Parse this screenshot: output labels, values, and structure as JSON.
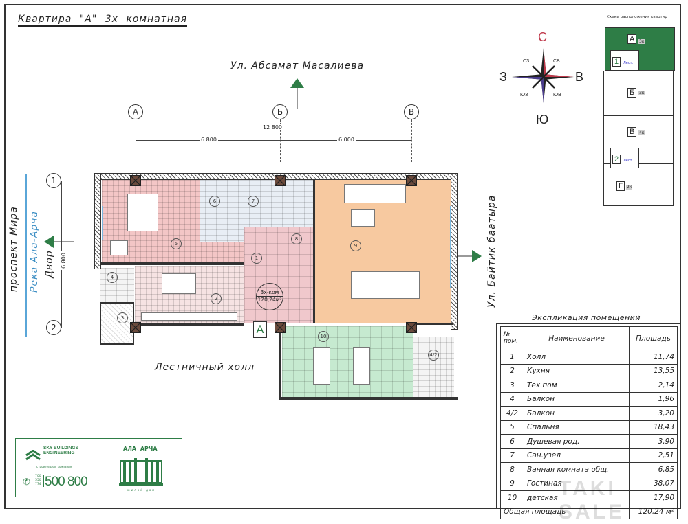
{
  "title": "Квартира  \"А\"  3х комнатная",
  "streets": {
    "top": "Ул. Абсамат Масалиева",
    "right": "Ул. Байтик баатыра",
    "left_avenue": "проспект  Мира",
    "left_river": "Река Ала-Арча",
    "left_yard": "Двор",
    "stair_hall": "Лестничный холл"
  },
  "axes": {
    "columns": [
      "А",
      "Б",
      "В"
    ],
    "rows": [
      "1",
      "2"
    ]
  },
  "dimensions": {
    "total": "12 800",
    "left_span": "6 800",
    "right_span": "6 000",
    "vertical": "6 800"
  },
  "plan": {
    "apartment_label": "3х-ком",
    "apartment_area": "120,24м²",
    "entrance_label": "А",
    "room_markers": [
      "1",
      "2",
      "3",
      "4",
      "4/2",
      "5",
      "6",
      "7",
      "8",
      "9",
      "10"
    ]
  },
  "compass": {
    "n": "С",
    "s": "Ю",
    "w": "З",
    "e": "В",
    "nw": "СЗ",
    "ne": "СВ",
    "sw": "ЮЗ",
    "se": "ЮВ"
  },
  "scheme": {
    "title": "Схема расположения квартир",
    "blocks": [
      {
        "letter": "А",
        "rooms": "3к"
      },
      {
        "letter": "Б",
        "rooms": "3к"
      },
      {
        "letter": "В",
        "rooms": "4к"
      },
      {
        "letter": "Г",
        "rooms": "2к"
      }
    ],
    "stairs": [
      {
        "num": "1",
        "label": "Лест."
      },
      {
        "num": "2",
        "label": "Лест."
      }
    ],
    "highlight_color": "#2e7d46"
  },
  "explication": {
    "title": "Экспликация помещений",
    "headers": [
      "№ пом.",
      "Наименование",
      "Площадь"
    ],
    "rows": [
      [
        "1",
        "Холл",
        "11,74"
      ],
      [
        "2",
        "Кухня",
        "13,55"
      ],
      [
        "3",
        "Тех.пом",
        "2,14"
      ],
      [
        "4",
        "Балкон",
        "1,96"
      ],
      [
        "4/2",
        "Балкон",
        "3,20"
      ],
      [
        "5",
        "Спальня",
        "18,43"
      ],
      [
        "6",
        "Душевая род.",
        "3,90"
      ],
      [
        "7",
        "Сан.узел",
        "2,51"
      ],
      [
        "8",
        "Ванная комната общ.",
        "6,85"
      ],
      [
        "9",
        "Гостиная",
        "38,07"
      ],
      [
        "10",
        "детская",
        "17,90"
      ]
    ],
    "total_label": "Общая площадь",
    "total_value": "120,24 м²"
  },
  "logo": {
    "company": "SKY BUILDINGS ENGINEERING",
    "tagline": "строительная компания",
    "phone_prefixes": [
      "700",
      "550",
      "774"
    ],
    "phone": "500 800",
    "project": "АЛА АРЧА",
    "project_sub": "жилой дом"
  },
  "watermark": "TAKI SALE",
  "colors": {
    "bedroom": "#f3c6c6",
    "living": "#f7c9a0",
    "kids": "#c6ead0",
    "hall": "#f0c8cc",
    "green": "#2e7d46"
  }
}
